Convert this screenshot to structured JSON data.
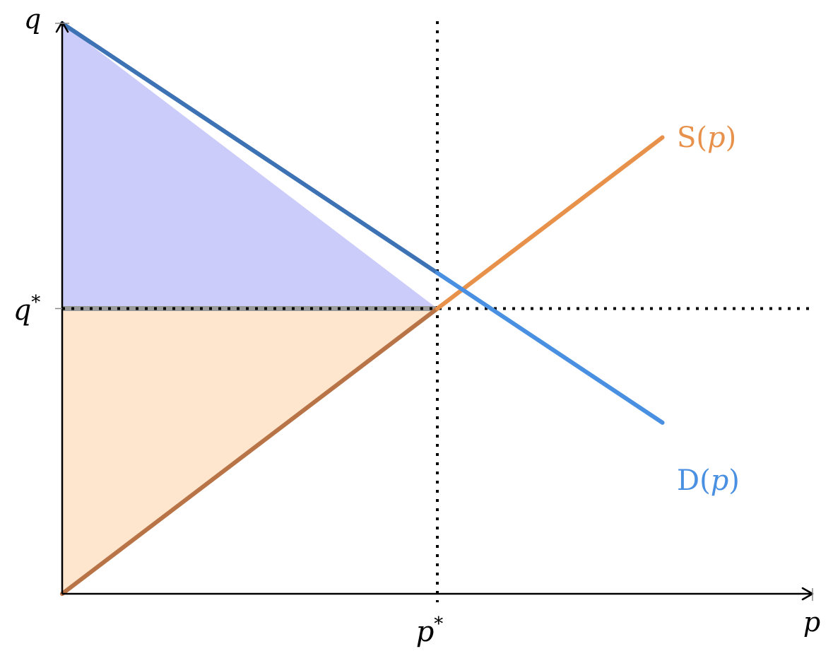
{
  "labels": {
    "x_axis": "p",
    "y_axis": "q",
    "x_equilibrium": "p",
    "y_equilibrium": "q",
    "equilibrium_mark": "*",
    "supply_prefix": "S(",
    "supply_var": "p",
    "supply_suffix": ")",
    "demand_prefix": "D(",
    "demand_var": "p",
    "demand_suffix": ")"
  },
  "colors": {
    "supply": "#e8914a",
    "demand": "#4a90e2",
    "consumer_surplus_fill": "#ccccfa",
    "producer_surplus_fill": "#fde6cd",
    "demand_over_fill": "#3d72b4",
    "supply_over_fill": "#b87446",
    "axis": "#000000",
    "guide": "#000000"
  },
  "chart_data": {
    "type": "line",
    "equilibrium": {
      "p": 1,
      "q": 1
    },
    "series": [
      {
        "name": "S(p)",
        "x": [
          0,
          1.6
        ],
        "y": [
          0,
          1.6
        ]
      },
      {
        "name": "D(p)",
        "x": [
          0,
          1.6
        ],
        "y": [
          2,
          0.6
        ]
      }
    ],
    "regions": [
      {
        "name": "consumer surplus",
        "vertices": [
          [
            0,
            1
          ],
          [
            0,
            2
          ],
          [
            1,
            1
          ]
        ]
      },
      {
        "name": "producer surplus",
        "vertices": [
          [
            0,
            0
          ],
          [
            0,
            1
          ],
          [
            1,
            1
          ]
        ]
      }
    ],
    "xlim": [
      0,
      2
    ],
    "ylim": [
      0,
      2
    ],
    "grid": false,
    "guides": [
      "p*",
      "q*"
    ]
  }
}
